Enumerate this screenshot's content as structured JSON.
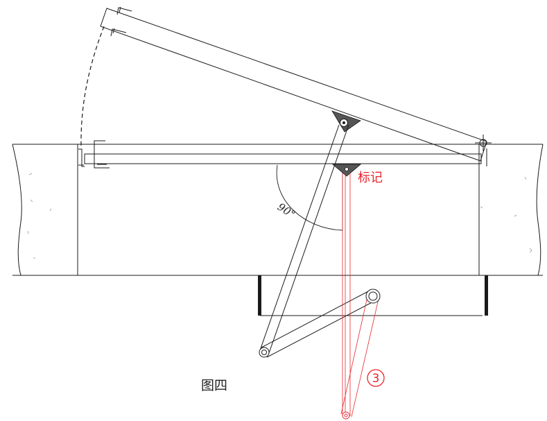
{
  "labels": {
    "marker": "标记",
    "figure_caption": "图四",
    "angle": "90°",
    "step_number": "3"
  },
  "colors": {
    "line": "#1a1a1a",
    "annotation": "#e8262d",
    "hinge_fill": "#555555",
    "background": "#ffffff"
  }
}
